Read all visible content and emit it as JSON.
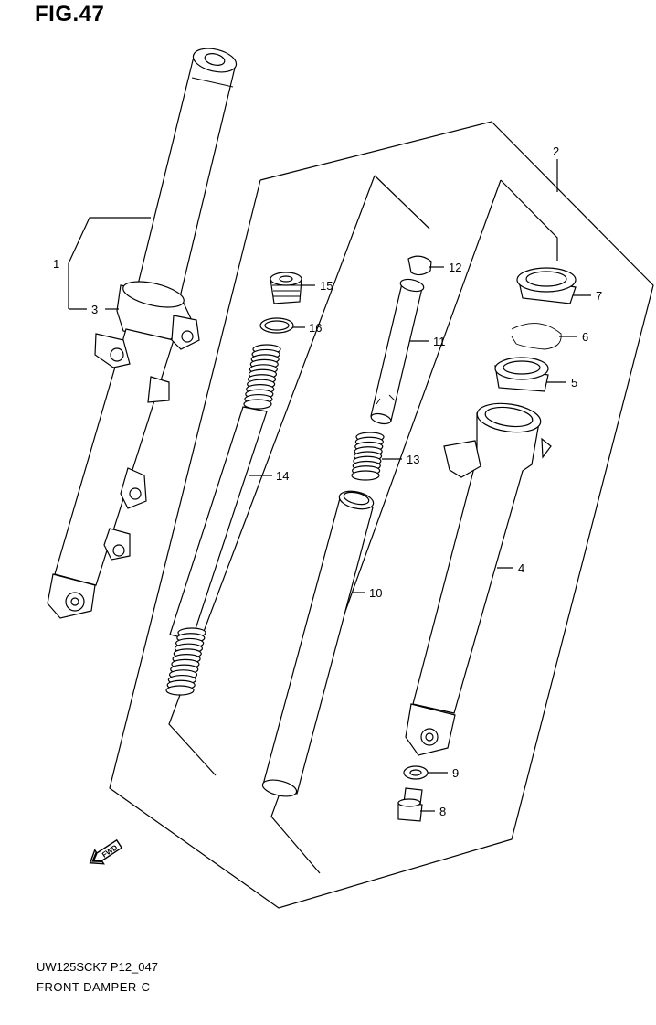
{
  "figure": {
    "title": "FIG.47",
    "code": "UW125SCK7 P12_047",
    "name": "FRONT DAMPER-C"
  },
  "direction_badge": {
    "text": "FWD",
    "icon": "fwd-arrow-icon"
  },
  "callouts": [
    {
      "id": "c1",
      "label": "1"
    },
    {
      "id": "c2",
      "label": "2"
    },
    {
      "id": "c3",
      "label": "3"
    },
    {
      "id": "c4",
      "label": "4"
    },
    {
      "id": "c5",
      "label": "5"
    },
    {
      "id": "c6",
      "label": "6"
    },
    {
      "id": "c7",
      "label": "7"
    },
    {
      "id": "c8",
      "label": "8"
    },
    {
      "id": "c9",
      "label": "9"
    },
    {
      "id": "c10",
      "label": "10"
    },
    {
      "id": "c11",
      "label": "11"
    },
    {
      "id": "c12",
      "label": "12"
    },
    {
      "id": "c13",
      "label": "13"
    },
    {
      "id": "c14",
      "label": "14"
    },
    {
      "id": "c15",
      "label": "15"
    },
    {
      "id": "c16",
      "label": "16"
    }
  ]
}
